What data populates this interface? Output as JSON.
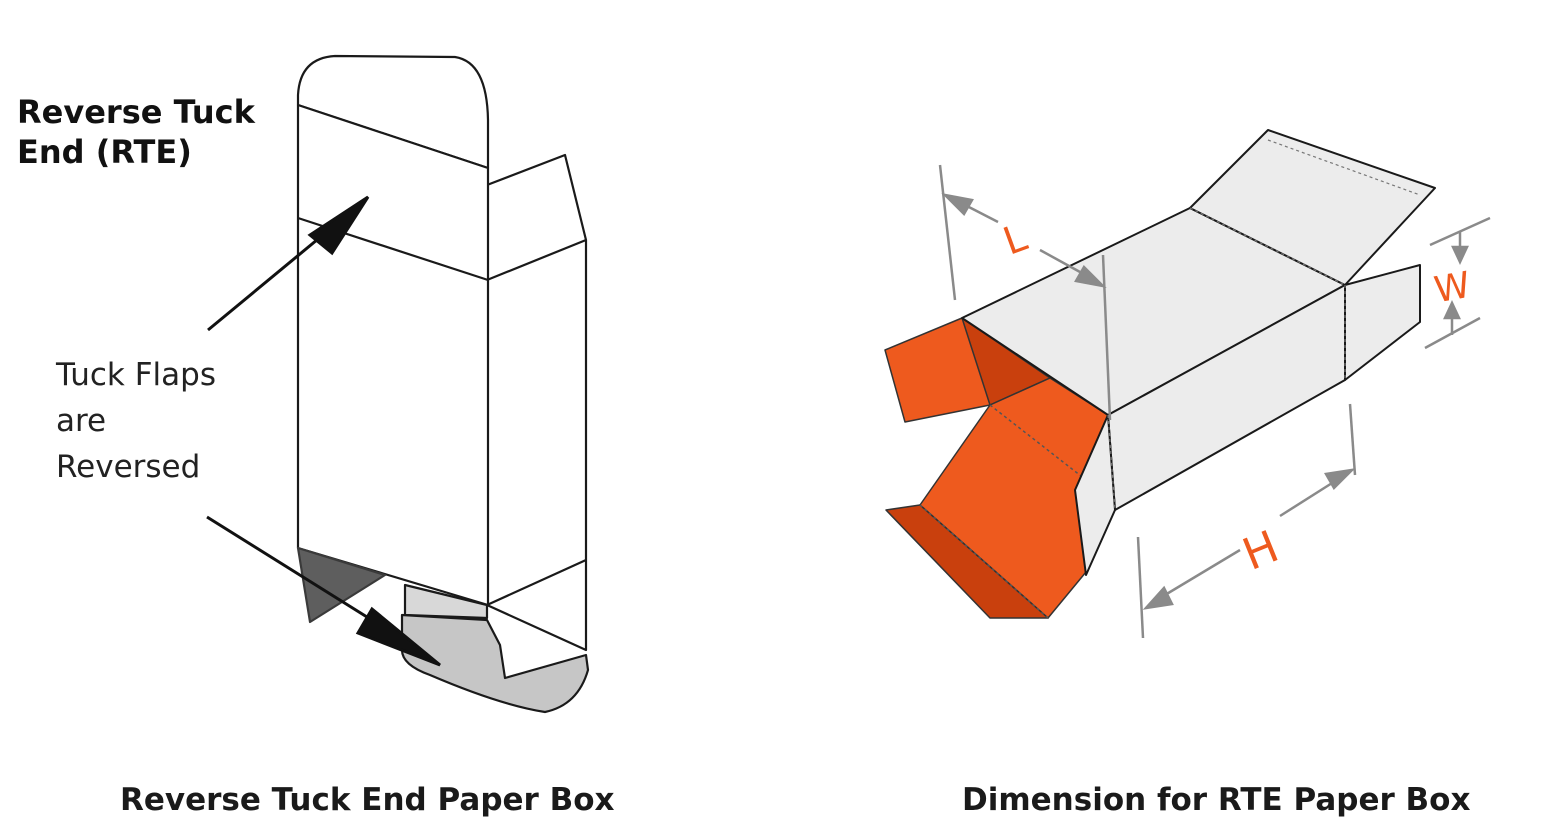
{
  "left": {
    "title_lines": [
      "Reverse Tuck",
      "End (RTE)"
    ],
    "note_lines": [
      "Tuck Flaps",
      "are",
      "Reversed"
    ],
    "caption": "Reverse Tuck End Paper Box"
  },
  "right": {
    "dimensions": {
      "length": "L",
      "width": "W",
      "height": "H"
    },
    "caption": "Dimension for RTE Paper Box"
  },
  "colors": {
    "accent_orange": "#ee5a1e",
    "dark_orange": "#c9400d",
    "panel_white": "#ffffff",
    "panel_grey": "#ececec",
    "outline": "#1a1a1a",
    "dim_grey": "#8a8a8a"
  }
}
